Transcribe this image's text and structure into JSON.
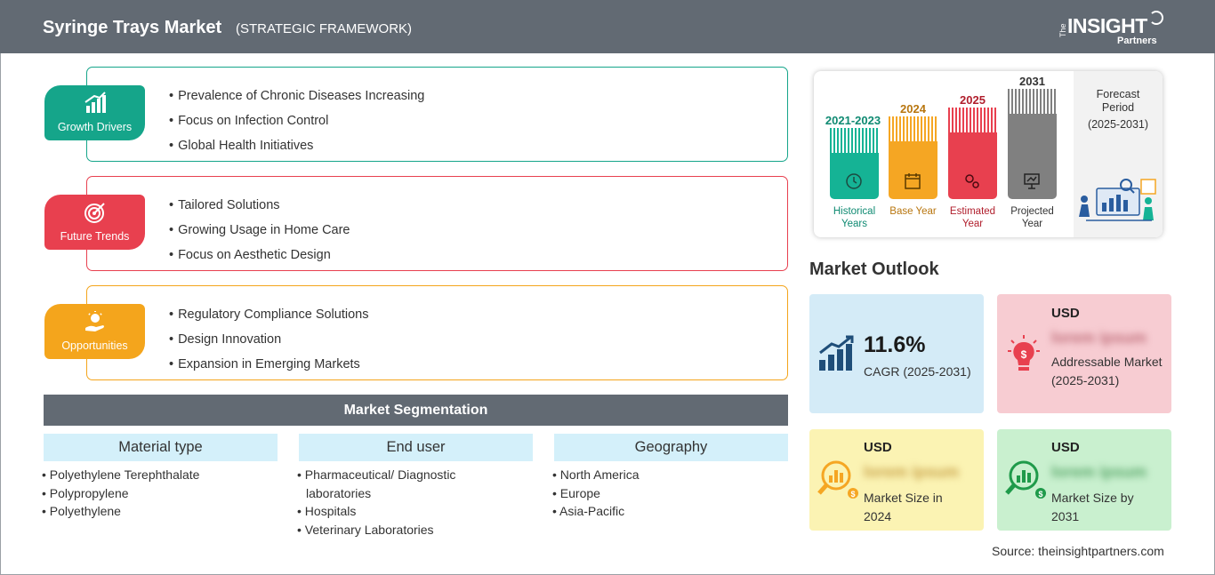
{
  "header": {
    "title": "Syringe Trays Market",
    "subtitle": "(STRATEGIC FRAMEWORK)",
    "logo": {
      "the": "The",
      "insight": "INSIGHT",
      "partners": "Partners"
    }
  },
  "framework": [
    {
      "label": "Growth Drivers",
      "color": "#15a58a",
      "icon": "growth-chart-icon",
      "items": [
        "Prevalence of Chronic Diseases Increasing",
        "Focus on Infection Control",
        "Global Health Initiatives"
      ]
    },
    {
      "label": "Future Trends",
      "color": "#e8404f",
      "icon": "target-icon",
      "items": [
        "Tailored Solutions",
        "Growing Usage in Home Care",
        "Focus on Aesthetic Design"
      ]
    },
    {
      "label": "Opportunities",
      "color": "#f4a51c",
      "icon": "idea-hand-icon",
      "items": [
        "Regulatory Compliance Solutions",
        "Design Innovation",
        "Expansion in Emerging Markets"
      ]
    }
  ],
  "segmentation": {
    "title": "Market Segmentation",
    "columns": [
      {
        "heading": "Material type",
        "items": [
          "Polyethylene Terephthalate",
          "Polypropylene",
          "Polyethylene"
        ]
      },
      {
        "heading": "End user",
        "items": [
          "Pharmaceutical/ Diagnostic laboratories",
          "Hospitals",
          "Veterinary Laboratories"
        ]
      },
      {
        "heading": "Geography",
        "items": [
          "North America",
          "Europe",
          "Asia-Pacific"
        ]
      }
    ]
  },
  "timeline": {
    "bars": [
      {
        "year": "2021-2023",
        "label": "Historical Years",
        "color": "#15b395",
        "year_color": "#0f8a72",
        "icon": "history-clock-icon"
      },
      {
        "year": "2024",
        "label": "Base Year",
        "color": "#f5a623",
        "year_color": "#b8760f",
        "icon": "calendar-icon"
      },
      {
        "year": "2025",
        "label": "Estimated Year",
        "color": "#e8404f",
        "year_color": "#b01e2c",
        "icon": "gears-icon"
      },
      {
        "year": "2031",
        "label": "Projected Year",
        "color": "#808080",
        "year_color": "#333333",
        "icon": "presentation-icon"
      }
    ],
    "forecast": {
      "title": "Forecast Period",
      "range": "(2025-2031)"
    }
  },
  "outlook": {
    "title": "Market Outlook",
    "cagr": {
      "value": "11.6%",
      "label": "CAGR (2025-2031)"
    },
    "addressable": {
      "currency": "USD",
      "value": "lorem ipsum",
      "label": "Addressable Market (2025-2031)"
    },
    "size_2024": {
      "currency": "USD",
      "value": "lorem ipsum",
      "label": "Market Size in 2024"
    },
    "size_2031": {
      "currency": "USD",
      "value": "lorem ipsum",
      "label": "Market Size by 2031"
    }
  },
  "source": "Source: theinsightpartners.com"
}
